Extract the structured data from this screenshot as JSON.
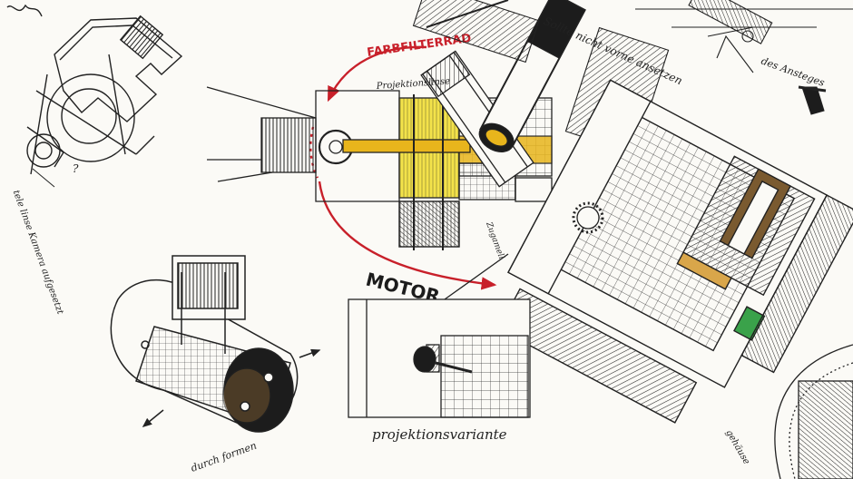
{
  "labels": {
    "farbfilter": "FARBFILTERRAD",
    "motor": "MOTOR",
    "projektionsvariante": "projektionsvariante",
    "sollte_vorne": "Sollte nicht vorne ansetzen",
    "des_ansteges": "des Ansteges",
    "zugamell": "Zugamell",
    "projektions_lens": "Projektionslinse",
    "left_note": "tele linse Kamera aufgesetzt",
    "left_q": "?",
    "bottom_left": "durch formen",
    "bottom_right": "gehäuse"
  },
  "colors": {
    "ink": "#1c1c1c",
    "accent_red": "#c8202a",
    "filter_yellow": "#f3e24a",
    "filter_amber": "#e8b51c",
    "wood_brown": "#7a5a30",
    "lever_tan": "#d9a64a",
    "gear_green": "#3aa24a",
    "paper": "#fbfaf6"
  }
}
